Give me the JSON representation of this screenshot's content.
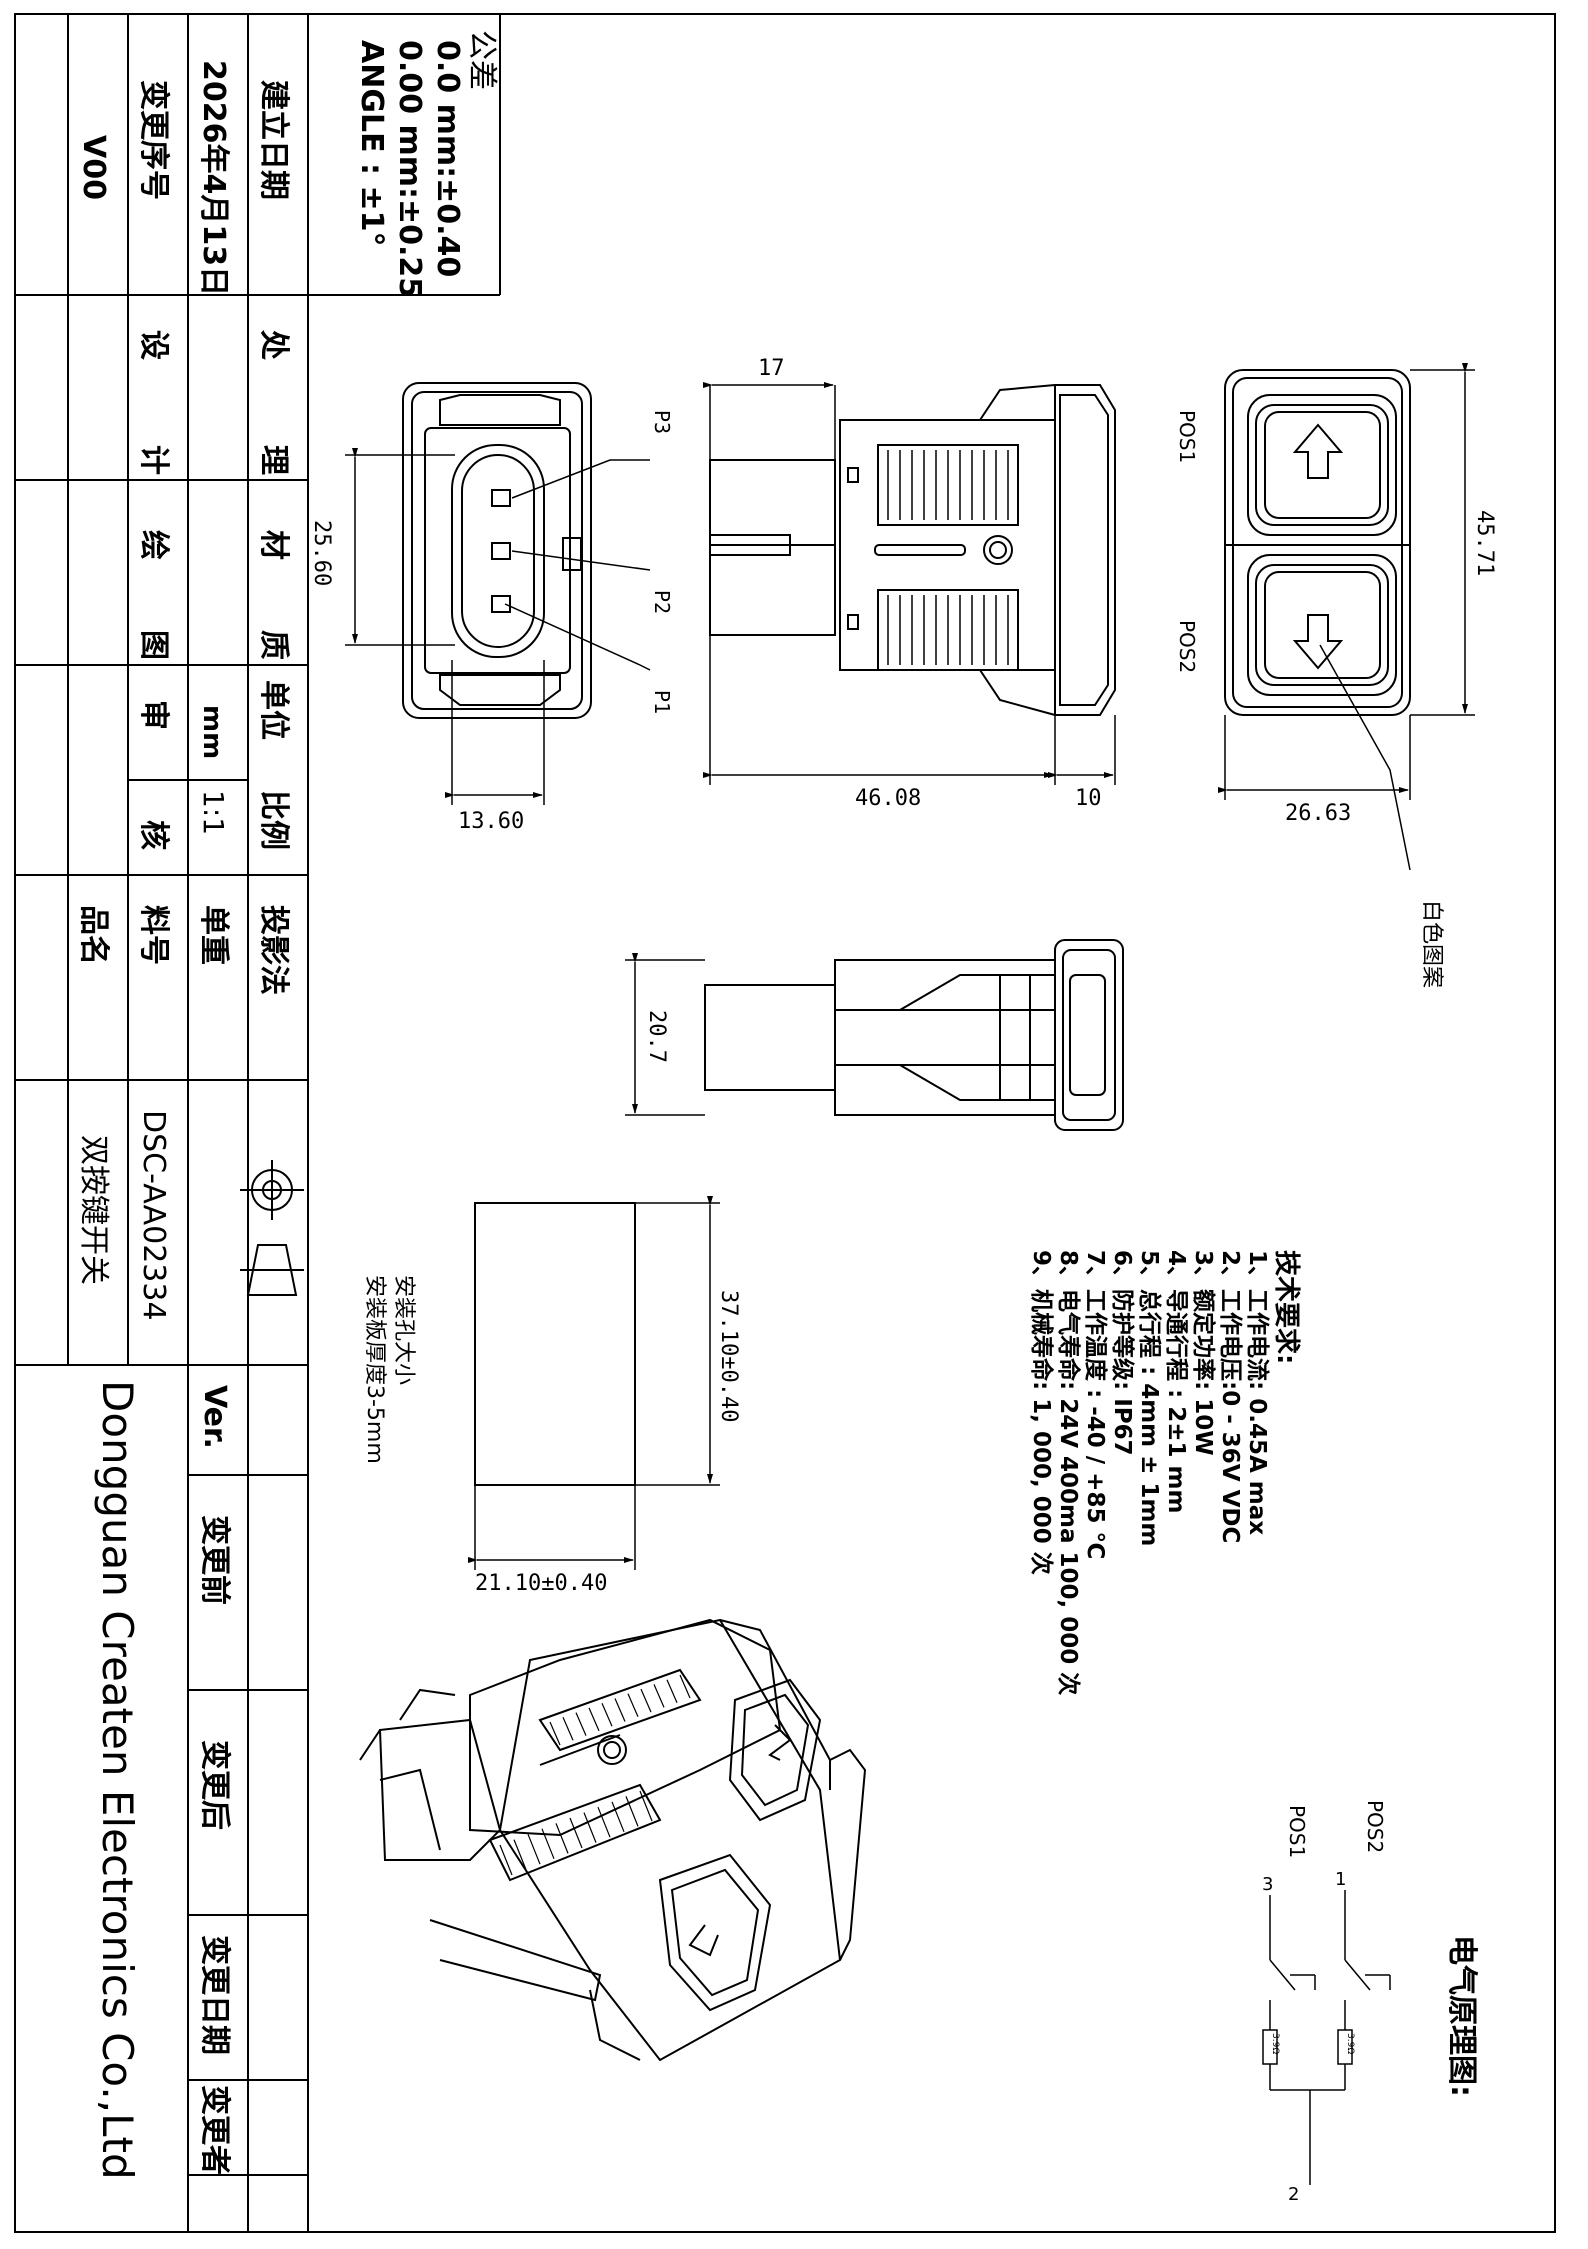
{
  "title_block": {
    "tolerance": {
      "title": "公差",
      "line1": "0.0 mm:±0.40",
      "line2": "0.00 mm:±0.25",
      "line3": "ANGLE   : ±1°"
    },
    "created_date_label": "建立日期",
    "created_date": "2026年4月13日",
    "change_no_label": "变更序号",
    "version": "V00",
    "process_label": "处",
    "process_label2": "理",
    "material_label": "材",
    "material_label2": "质",
    "unit_label": "单位",
    "unit": "mm",
    "scale_label": "比例",
    "scale": "1:1",
    "projection_label": "投影法",
    "weight_label": "单重",
    "design_label": "设",
    "design_label2": "计",
    "drawing_label": "绘",
    "drawing_label2": "图",
    "review_label": "审",
    "review_label2": "核",
    "part_no_label": "料号",
    "part_no": "DSC-AA02334",
    "product_label": "品名",
    "product_name": "双按键开关",
    "ver_label": "Ver.",
    "before_change": "变更前",
    "after_change": "变更后",
    "change_date": "变更日期",
    "changer": "变更者",
    "company": "Dongguan Createn Electronics Co.,Ltd"
  },
  "views": {
    "front_view": {
      "dim_height": "45.71",
      "dim_width": "26.63",
      "pos1": "POS1",
      "pos2": "POS2",
      "callout": "白色图案"
    },
    "side_view": {
      "dim_top": "17",
      "dim_length": "46.08",
      "dim_bezel": "10"
    },
    "connector_view": {
      "dim_height": "25.60",
      "dim_width": "13.60",
      "p1": "P1",
      "p2": "P2",
      "p3": "P3"
    },
    "bottom_view": {
      "dim_height": "20.7"
    },
    "cutout": {
      "dim_height": "37.10±0.40",
      "dim_width": "21.10±0.40",
      "note1": "安装孔大小",
      "note2": "安装板厚度3-5mm"
    }
  },
  "tech": {
    "title": "技术要求:",
    "items": [
      "1、工作电流: 0.45A max",
      "2、工作电压:0 - 36V VDC",
      "3、额定功率: 10W",
      "4、导通行程 : 2±1 mm",
      "5、总行程 : 4mm ± 1mm",
      "6、防护等级: IP67",
      "7、工作温度 : -40 / +85 ℃",
      "8、电气寿命: 24V 400ma 100, 000 次",
      "9、机械寿命: 1, 000, 000 次"
    ]
  },
  "schematic": {
    "title": "电气原理图:",
    "pos1": "POS1",
    "pos2": "POS2",
    "pin1": "1",
    "pin2": "2",
    "pin3": "3",
    "r1": "3.9Ω",
    "r2": "3.9Ω"
  }
}
